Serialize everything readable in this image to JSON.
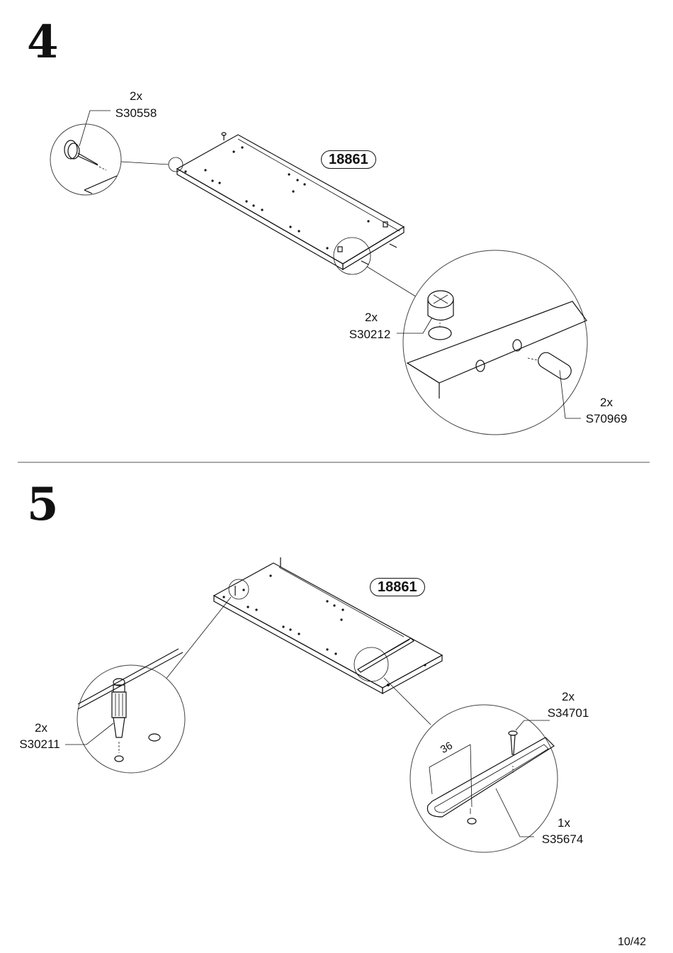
{
  "page": {
    "number": "10/42"
  },
  "step4": {
    "number": "4",
    "panel_label": "18861",
    "nail": {
      "qty": "2x",
      "code": "S30558"
    },
    "cam": {
      "qty": "2x",
      "code": "S30212"
    },
    "dowel": {
      "qty": "2x",
      "code": "S70969"
    }
  },
  "step5": {
    "number": "5",
    "panel_label": "18861",
    "bolt": {
      "qty": "2x",
      "code": "S30211"
    },
    "screw": {
      "qty": "2x",
      "code": "S34701"
    },
    "rail": {
      "qty": "1x",
      "code": "S35674"
    },
    "dimension": "36"
  },
  "icons": [
    "nail-icon",
    "cam-lock-icon",
    "dowel-icon",
    "cam-bolt-icon",
    "screw-icon",
    "drawer-rail-icon"
  ]
}
